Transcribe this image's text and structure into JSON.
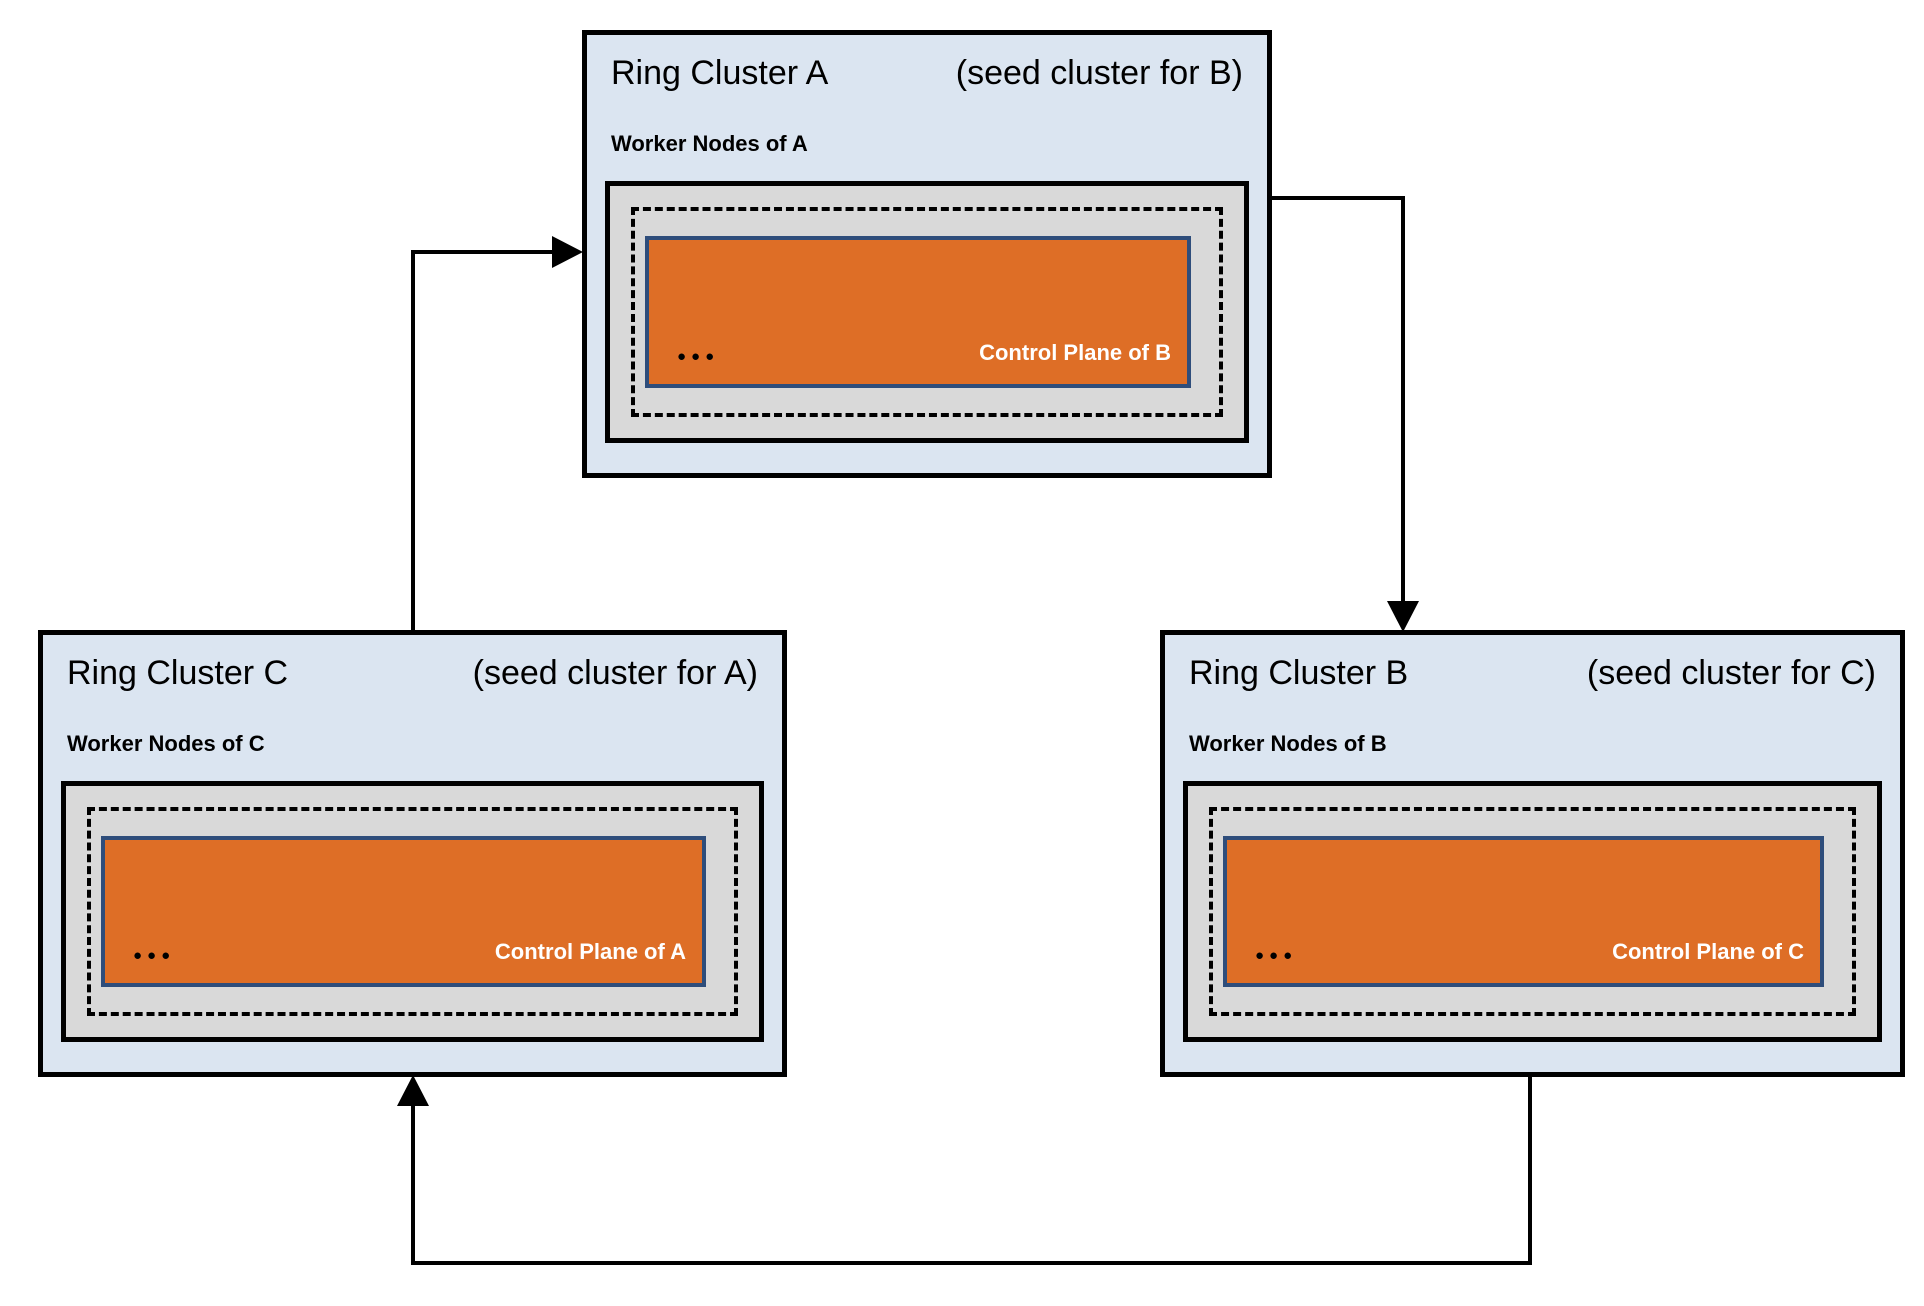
{
  "colors": {
    "cluster_fill": "#dbe5f1",
    "worker_box_fill": "#d9d9d9",
    "control_plane_fill": "#de6e26",
    "control_plane_border": "#2e4d7b",
    "line_color": "#000000",
    "control_plane_text": "#ffffff"
  },
  "clusters": [
    {
      "id": "A",
      "title": "Ring Cluster A",
      "seed_note": "(seed cluster for B)",
      "worker_label": "Worker Nodes of A",
      "control_plane_label": "Control Plane of B",
      "more_nodes_dots": "●●●"
    },
    {
      "id": "B",
      "title": "Ring Cluster B",
      "seed_note": "(seed cluster for C)",
      "worker_label": "Worker Nodes of B",
      "control_plane_label": "Control Plane of C",
      "more_nodes_dots": "●●●"
    },
    {
      "id": "C",
      "title": "Ring Cluster C",
      "seed_note": "(seed cluster for A)",
      "worker_label": "Worker Nodes of C",
      "control_plane_label": "Control Plane of A",
      "more_nodes_dots": "●●●"
    }
  ],
  "arrows": [
    {
      "from": "C",
      "to": "A"
    },
    {
      "from": "A",
      "to": "B"
    },
    {
      "from": "B",
      "to": "C"
    }
  ]
}
